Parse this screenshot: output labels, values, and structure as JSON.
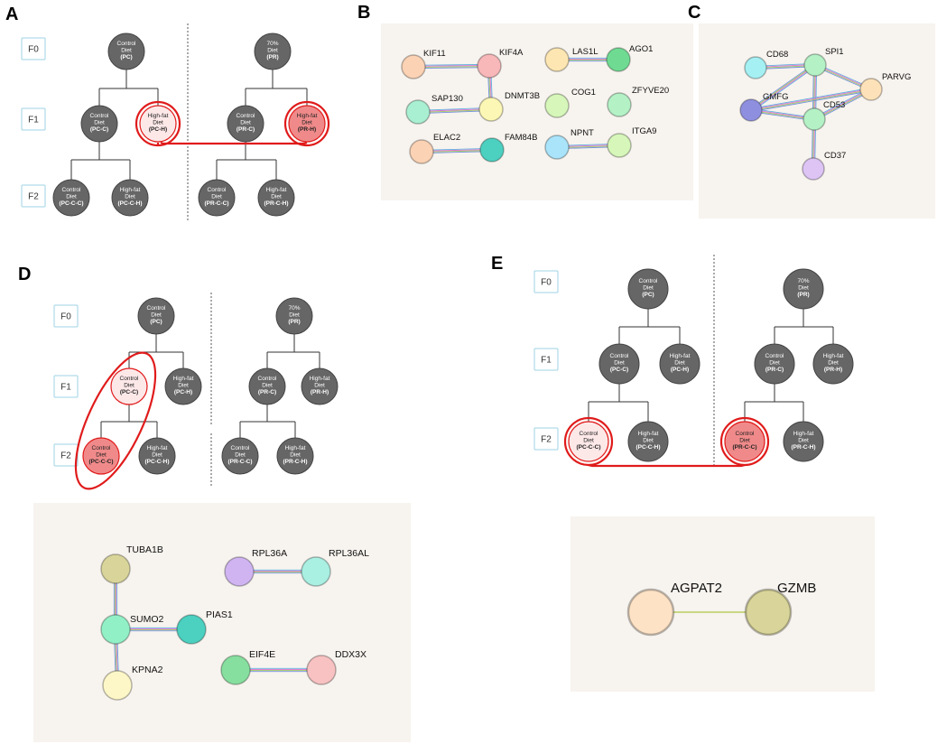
{
  "panels": {
    "A": "A",
    "B": "B",
    "C": "C",
    "D": "D",
    "E": "E"
  },
  "generations": [
    "F0",
    "F1",
    "F2"
  ],
  "nodes": {
    "PC": [
      "Control",
      "Diet",
      "(PC)"
    ],
    "PR": [
      "70%",
      "Diet",
      "(PR)"
    ],
    "PC-C": [
      "Control",
      "Diet",
      "(PC-C)"
    ],
    "PC-H": [
      "High-fat",
      "Diet",
      "(PC-H)"
    ],
    "PR-C": [
      "Control",
      "Diet",
      "(PR-C)"
    ],
    "PR-H": [
      "High-fat",
      "Diet",
      "(PR-H)"
    ],
    "PC-C-C": [
      "Control",
      "Diet",
      "(PC-C-C)"
    ],
    "PC-C-H": [
      "High-fat",
      "Diet",
      "(PC-C-H)"
    ],
    "PR-C-C": [
      "Control",
      "Diet",
      "(PR-C-C)"
    ],
    "PR-C-H": [
      "High-fat",
      "Diet",
      "(PR-C-H)"
    ]
  },
  "colors": {
    "node_gray": "#666666",
    "highlight_red": "#e01b1b",
    "light_pink": "#fde8e8",
    "salmon": "#f08a8a",
    "network_bg": "#f7f3ee",
    "gen_box": "#9fd3e6"
  },
  "networks": {
    "B": {
      "proteins": {
        "KIF11": {
          "label": "KIF11",
          "color": "#fbd2b4"
        },
        "KIF4A": {
          "label": "KIF4A",
          "color": "#f8b7b9"
        },
        "SAP130": {
          "label": "SAP130",
          "color": "#a9efd2"
        },
        "DNMT3B": {
          "label": "DNMT3B",
          "color": "#fdf7b5"
        },
        "ELAC2": {
          "label": "ELAC2",
          "color": "#fbd2b4"
        },
        "FAM84B": {
          "label": "FAM84B",
          "color": "#4cd0c0"
        },
        "LAS1L": {
          "label": "LAS1L",
          "color": "#fde6b2"
        },
        "AGO1": {
          "label": "AGO1",
          "color": "#6fdb92"
        },
        "COG1": {
          "label": "COG1",
          "color": "#d6f7b9"
        },
        "ZFYVE20": {
          "label": "ZFYVE20",
          "color": "#b4f2c6"
        },
        "NPNT": {
          "label": "NPNT",
          "color": "#a9e4fb"
        },
        "ITGA9": {
          "label": "ITGA9",
          "color": "#d6f7b9"
        }
      },
      "edges": [
        [
          "KIF11",
          "KIF4A"
        ],
        [
          "KIF4A",
          "DNMT3B"
        ],
        [
          "SAP130",
          "DNMT3B"
        ],
        [
          "ELAC2",
          "FAM84B"
        ],
        [
          "LAS1L",
          "AGO1"
        ],
        [
          "NPNT",
          "ITGA9"
        ]
      ]
    },
    "C": {
      "proteins": {
        "CD68": {
          "label": "CD68",
          "color": "#a5f0f3"
        },
        "SPI1": {
          "label": "SPI1",
          "color": "#b4f2c6"
        },
        "PARVG": {
          "label": "PARVG",
          "color": "#fde2b9"
        },
        "GMFG": {
          "label": "GMFG",
          "color": "#8f8fe0"
        },
        "CD53": {
          "label": "CD53",
          "color": "#b4f2c6"
        },
        "CD37": {
          "label": "CD37",
          "color": "#ddc4f5"
        }
      },
      "edges": [
        [
          "CD68",
          "SPI1"
        ],
        [
          "SPI1",
          "PARVG"
        ],
        [
          "SPI1",
          "GMFG"
        ],
        [
          "SPI1",
          "CD53"
        ],
        [
          "GMFG",
          "CD53"
        ],
        [
          "GMFG",
          "PARVG"
        ],
        [
          "CD53",
          "PARVG"
        ],
        [
          "CD53",
          "CD37"
        ]
      ]
    },
    "D": {
      "proteins": {
        "TUBA1B": {
          "label": "TUBA1B",
          "color": "#d9d59a"
        },
        "SUMO2": {
          "label": "SUMO2",
          "color": "#92f0c6"
        },
        "PIAS1": {
          "label": "PIAS1",
          "color": "#4cd0c0"
        },
        "KPNA2": {
          "label": "KPNA2",
          "color": "#fdf7c8"
        },
        "RPL36A": {
          "label": "RPL36A",
          "color": "#d0b4f2"
        },
        "RPL36AL": {
          "label": "RPL36AL",
          "color": "#a9efe2"
        },
        "EIF4E": {
          "label": "EIF4E",
          "color": "#86df9e"
        },
        "DDX3X": {
          "label": "DDX3X",
          "color": "#f8c2c2"
        }
      },
      "edges": [
        [
          "TUBA1B",
          "SUMO2"
        ],
        [
          "SUMO2",
          "PIAS1"
        ],
        [
          "SUMO2",
          "KPNA2"
        ],
        [
          "RPL36A",
          "RPL36AL"
        ],
        [
          "EIF4E",
          "DDX3X"
        ]
      ]
    },
    "E": {
      "proteins": {
        "AGPAT2": {
          "label": "AGPAT2",
          "color": "#fde2c6"
        },
        "GZMB": {
          "label": "GZMB",
          "color": "#d9d59a"
        }
      },
      "edges": [
        [
          "AGPAT2",
          "GZMB"
        ]
      ]
    }
  }
}
